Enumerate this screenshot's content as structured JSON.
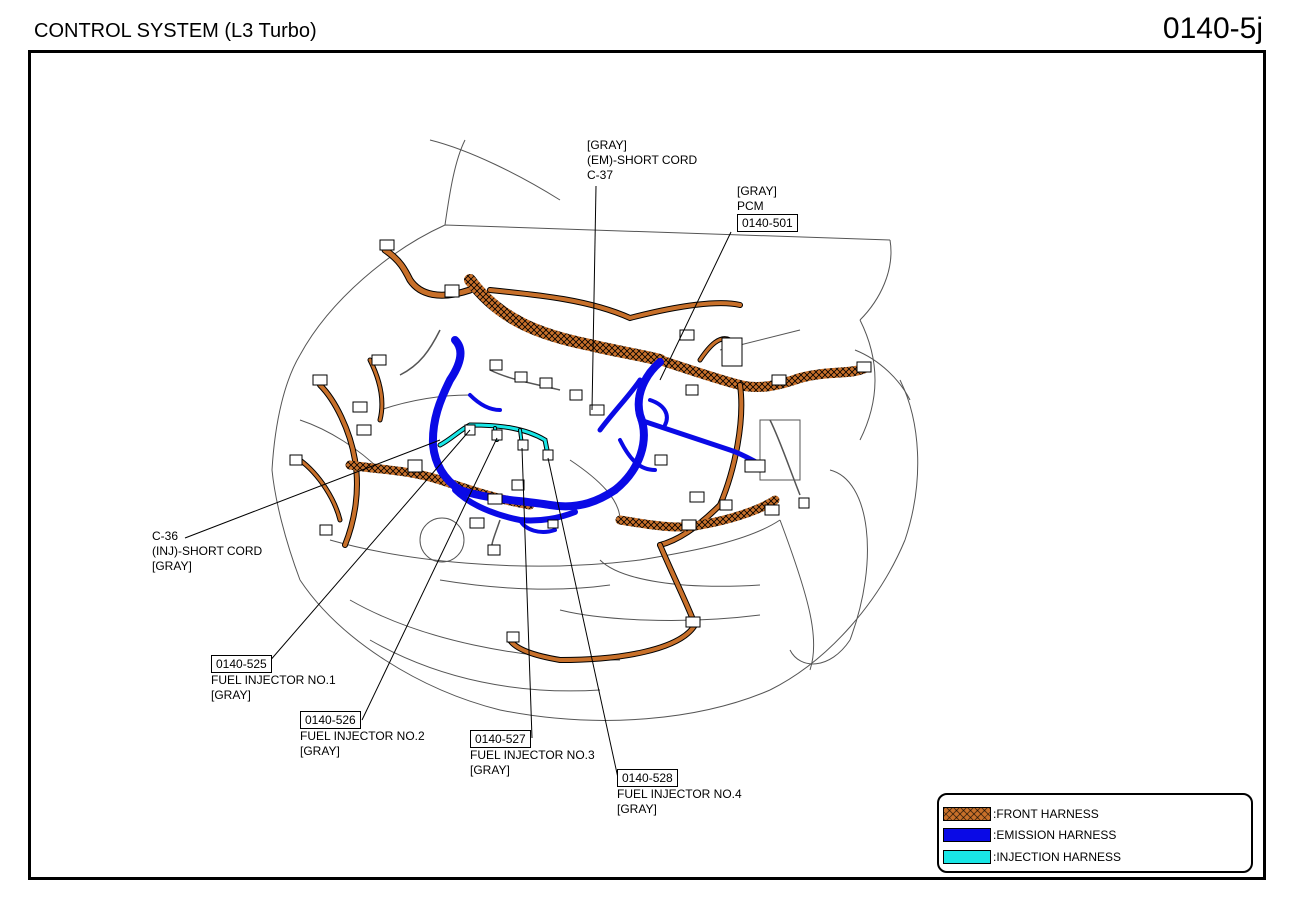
{
  "header": {
    "title": "CONTROL SYSTEM (L3 Turbo)",
    "code": "0140-5j"
  },
  "labels": {
    "c37": {
      "lines": [
        "[GRAY]",
        "(EM)-SHORT CORD",
        "C-37"
      ]
    },
    "pcm": {
      "lines": [
        "[GRAY]",
        "PCM"
      ],
      "ref": "0140-501"
    },
    "c36": {
      "lines": [
        "C-36",
        "(INJ)-SHORT CORD",
        "[GRAY]"
      ]
    },
    "inj1": {
      "ref": "0140-525",
      "lines": [
        "FUEL INJECTOR NO.1",
        "[GRAY]"
      ]
    },
    "inj2": {
      "ref": "0140-526",
      "lines": [
        "FUEL INJECTOR NO.2",
        "[GRAY]"
      ]
    },
    "inj3": {
      "ref": "0140-527",
      "lines": [
        "FUEL INJECTOR NO.3",
        "[GRAY]"
      ]
    },
    "inj4": {
      "ref": "0140-528",
      "lines": [
        "FUEL INJECTOR NO.4",
        "[GRAY]"
      ]
    }
  },
  "legend": [
    {
      "label": ":FRONT HARNESS",
      "color": "#c8702a",
      "pattern": "crosshatch"
    },
    {
      "label": ":EMISSION HARNESS",
      "color": "#0a0ae6"
    },
    {
      "label": ":INJECTION HARNESS",
      "color": "#19e6e6"
    }
  ],
  "colors": {
    "front": "#c8702a",
    "emission": "#0a0ae6",
    "injection": "#19e6e6",
    "outline": "#555555"
  }
}
